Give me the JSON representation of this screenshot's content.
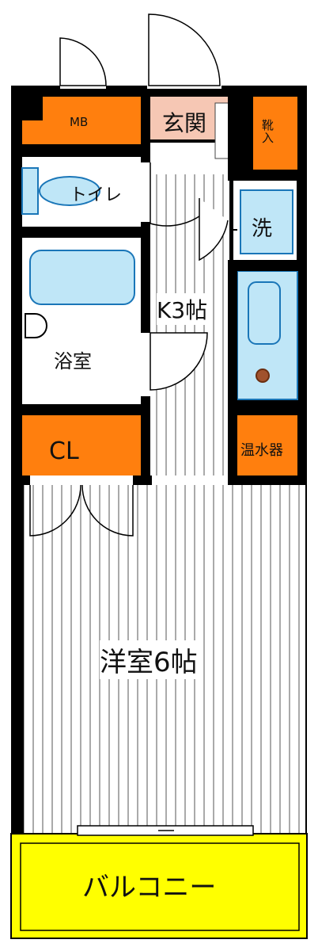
{
  "labels": {
    "mb": "MB",
    "entrance": "玄関",
    "shoe": "靴入",
    "toilet": "トイレ",
    "wash": "洗",
    "kitchen": "K3帖",
    "bath": "浴室",
    "closet": "CL",
    "water_heater": "温水器",
    "western_room": "洋室6帖",
    "balcony": "バルコニー"
  },
  "colors": {
    "wall": "#000000",
    "storage_orange": "#ff7f0e",
    "entrance_pink": "#f6c7b4",
    "fixture_blue": "#bfe6f7",
    "fixture_outline": "#1a76b8",
    "room_floor": "#ffffff",
    "balcony_yellow": "#ffff00",
    "stove_brown": "#a0522d"
  }
}
